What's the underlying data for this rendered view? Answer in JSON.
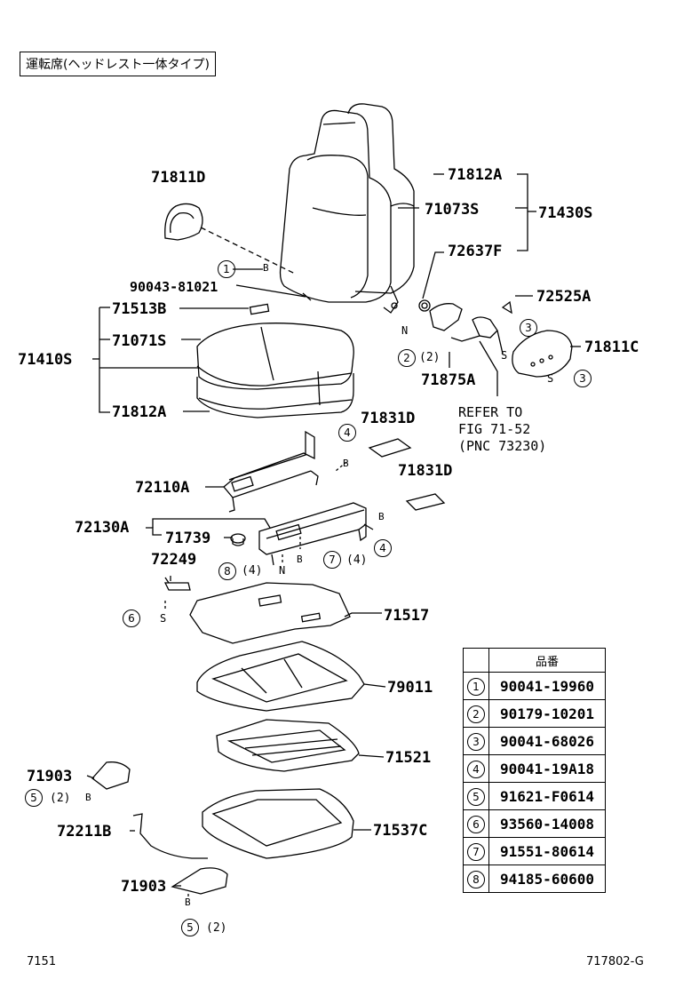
{
  "title": "運転席(ヘッドレスト一体タイプ)",
  "footer_left": "7151",
  "footer_right": "717802-G",
  "labels": {
    "p71811D": "71811D",
    "p71812A_top": "71812A",
    "p71073S": "71073S",
    "p71430S": "71430S",
    "p72637F": "72637F",
    "p90043": "90043-81021",
    "p72525A": "72525A",
    "p71513B": "71513B",
    "p71071S": "71071S",
    "p71410S": "71410S",
    "p71811C": "71811C",
    "p71875A": "71875A",
    "p71812A_bot": "71812A",
    "refer1": "REFER TO",
    "refer2": "FIG 71-52",
    "refer3": "(PNC 73230)",
    "p71831D_a": "71831D",
    "p71831D_b": "71831D",
    "p72110A": "72110A",
    "p72130A": "72130A",
    "p71739": "71739",
    "p72249": "72249",
    "p71517": "71517",
    "p79011": "79011",
    "p71521": "71521",
    "p71903_a": "71903",
    "p72211B": "72211B",
    "p71537C": "71537C",
    "p71903_b": "71903"
  },
  "callouts": {
    "c1": "1",
    "c2": "2",
    "c3a": "3",
    "c3b": "3",
    "c4a": "4",
    "c4b": "4",
    "c5a": "5",
    "c5b": "5",
    "c6": "6",
    "c7": "7",
    "c8": "8",
    "qty2a": "(2)",
    "qty2b": "(2)",
    "qty2c": "(2)",
    "qty4a": "(4)",
    "qty4b": "(4)",
    "B1": "B",
    "B2": "B",
    "B3": "B",
    "B4": "B",
    "B5": "B",
    "B6": "B",
    "N1": "N",
    "N2": "N",
    "S1": "S",
    "S2": "S",
    "S3": "S"
  },
  "parts_table": {
    "header": "品番",
    "rows": [
      {
        "key": "1",
        "value": "90041-19960"
      },
      {
        "key": "2",
        "value": "90179-10201"
      },
      {
        "key": "3",
        "value": "90041-68026"
      },
      {
        "key": "4",
        "value": "90041-19A18"
      },
      {
        "key": "5",
        "value": "91621-F0614"
      },
      {
        "key": "6",
        "value": "93560-14008"
      },
      {
        "key": "7",
        "value": "91551-80614"
      },
      {
        "key": "8",
        "value": "94185-60600"
      }
    ]
  }
}
